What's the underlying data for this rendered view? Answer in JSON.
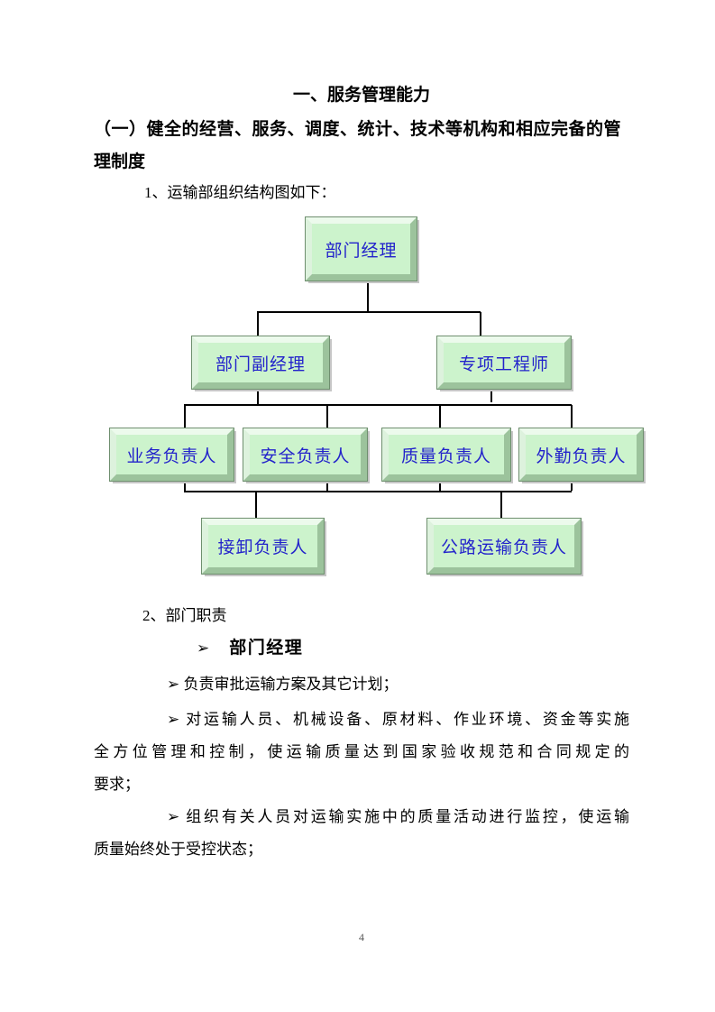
{
  "document": {
    "title": "一、服务管理能力",
    "section_heading_line1": "（一）健全的经营、服务、调度、统计、技术等机构和相应完备的管",
    "section_heading_line2": "理制度",
    "item1_label": "1、运输部组织结构图如下：",
    "item2_label": "2、部门职责",
    "page_number": "4"
  },
  "org_chart": {
    "nodes": [
      {
        "label": "部门经理",
        "level": 1,
        "parents": []
      },
      {
        "label": "部门副经理",
        "level": 2,
        "parents": [
          "部门经理"
        ]
      },
      {
        "label": "专项工程师",
        "level": 2,
        "parents": [
          "部门经理"
        ]
      },
      {
        "label": "业务负责人",
        "level": 3,
        "parents": [
          "部门副经理",
          "专项工程师"
        ]
      },
      {
        "label": "安全负责人",
        "level": 3,
        "parents": [
          "部门副经理",
          "专项工程师"
        ]
      },
      {
        "label": "质量负责人",
        "level": 3,
        "parents": [
          "部门副经理",
          "专项工程师"
        ]
      },
      {
        "label": "外勤负责人",
        "level": 3,
        "parents": [
          "部门副经理",
          "专项工程师"
        ]
      },
      {
        "label": "接卸负责人",
        "level": 4,
        "parents": [
          "业务负责人",
          "安全负责人",
          "质量负责人",
          "外勤负责人"
        ]
      },
      {
        "label": "公路运输负责人",
        "level": 4,
        "parents": [
          "业务负责人",
          "安全负责人",
          "质量负责人",
          "外勤负责人"
        ]
      }
    ],
    "colors": {
      "box_fill": "#ccf3cc",
      "box_text": "#2323cb",
      "bevel_light": "#ecfaec",
      "bevel_dark": "#9cc39c",
      "box_outline": "#6f8f6f",
      "box_shadow": "#c6c6c6",
      "connector": "#000000"
    }
  },
  "duties": {
    "role_bullet": "➢",
    "role_heading": "部门经理",
    "items": [
      {
        "lines": [
          "➢ 负责审批运输方案及其它计划；"
        ]
      },
      {
        "lines": [
          "➢ 对运输人员、机械设备、原材料、作业环境、资金等实施",
          "全方位管理和控制，使运输质量达到国家验收规范和合同规定的",
          "要求；"
        ]
      },
      {
        "lines": [
          "➢ 组织有关人员对运输实施中的质量活动进行监控，使运输",
          "质量始终处于受控状态；"
        ]
      }
    ]
  }
}
